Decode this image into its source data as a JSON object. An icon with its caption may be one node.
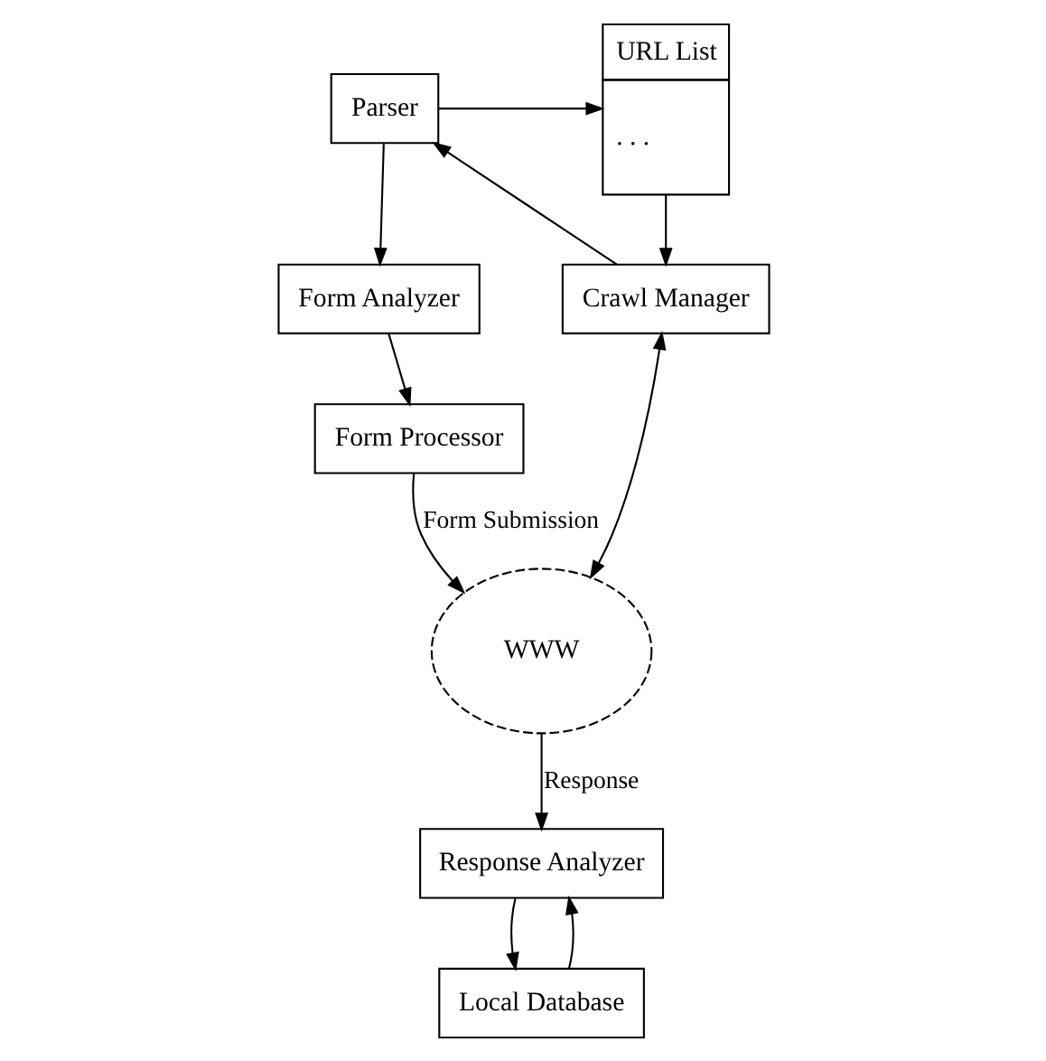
{
  "diagram": {
    "nodes": [
      {
        "text": [
          "URL List",
          ". . ."
        ]
      },
      {
        "text": [
          "Parser"
        ]
      },
      {
        "text": [
          "WWW"
        ]
      },
      {
        "text": [
          "Crawl Manager"
        ]
      },
      {
        "text": [
          "Form Analyzer"
        ]
      },
      {
        "text": [
          "Form Processor"
        ]
      },
      {
        "text": [
          "Response Analyzer"
        ]
      },
      {
        "text": [
          "Local Database"
        ]
      }
    ],
    "edges": [
      {
        "from": 1,
        "to": 0,
        "arrow": "to"
      },
      {
        "from": 0,
        "to": 3,
        "arrow": "to"
      },
      {
        "from": 3,
        "to": 1,
        "arrow": "to"
      },
      {
        "from": 3,
        "to": 2,
        "arrow": "both"
      },
      {
        "from": 1,
        "to": 4,
        "arrow": "to"
      },
      {
        "from": 4,
        "to": 5,
        "arrow": "to"
      },
      {
        "from": 5,
        "to": 2,
        "arrow": "to",
        "label": "Form Submission"
      },
      {
        "from": 2,
        "to": 6,
        "arrow": "to",
        "label": "Response"
      },
      {
        "from": 6,
        "to": 7,
        "arrow": "to"
      },
      {
        "from": 7,
        "to": 6,
        "arrow": "to"
      }
    ]
  }
}
